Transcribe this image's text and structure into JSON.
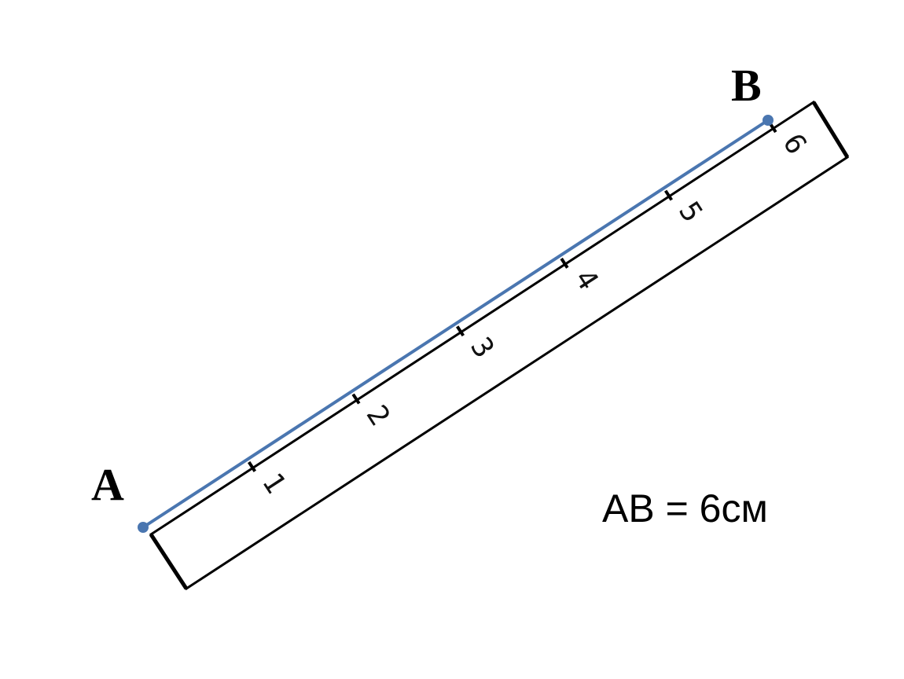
{
  "points": {
    "a_label": "A",
    "b_label": "B"
  },
  "ruler": {
    "tick_labels": [
      "1",
      "2",
      "3",
      "4",
      "5",
      "6"
    ]
  },
  "caption": "AB = 6см",
  "colors": {
    "segment": "#4a76b0",
    "ruler_outline": "#000000"
  }
}
